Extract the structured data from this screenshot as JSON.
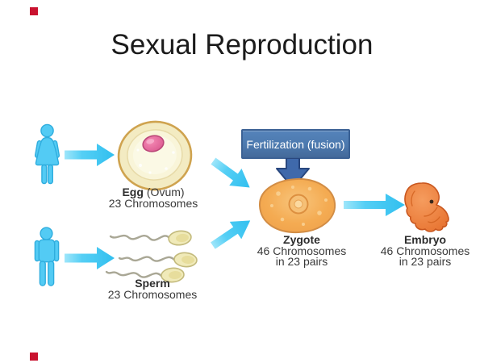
{
  "title": "Sexual Reproduction",
  "egg": {
    "name": "Egg",
    "suffix": "(Ovum)",
    "line2": "23 Chromosomes"
  },
  "sperm": {
    "name": "Sperm",
    "line2": "23 Chromosomes"
  },
  "fertilization": {
    "label": "Fertilization (fusion)"
  },
  "zygote": {
    "name": "Zygote",
    "line2": "46 Chromosomes",
    "line3": "in 23 pairs"
  },
  "embryo": {
    "name": "Embryo",
    "line2": "46 Chromosomes",
    "line3": "in 23 pairs"
  },
  "icons": {
    "female": "female-person-icon",
    "male": "male-person-icon",
    "egg": "egg-cell-icon",
    "sperm": "sperm-cells-icon",
    "zygote": "zygote-cell-icon",
    "embryo": "embryo-fetus-icon",
    "arrows": "cyan-block-arrow-icon",
    "down_arrow": "blue-down-arrow-icon"
  },
  "colors": {
    "arrow_cyan": "#45c8f2",
    "figure_cyan": "#53cbf4",
    "figure_outline": "#2fadde",
    "box_blue": "#4c79ae",
    "box_border": "#3c6295",
    "down_arrow_blue": "#3f69ab",
    "accent_red": "#c9122f",
    "egg_shell": "#f3ebc2",
    "egg_outline": "#cfa34f",
    "nucleus_pink": "#e8619a",
    "zygote_orange": "#f3a94f",
    "embryo_orange": "#ec8040",
    "label_text": "#3a3a3a",
    "title_text": "#1b1b1b"
  }
}
